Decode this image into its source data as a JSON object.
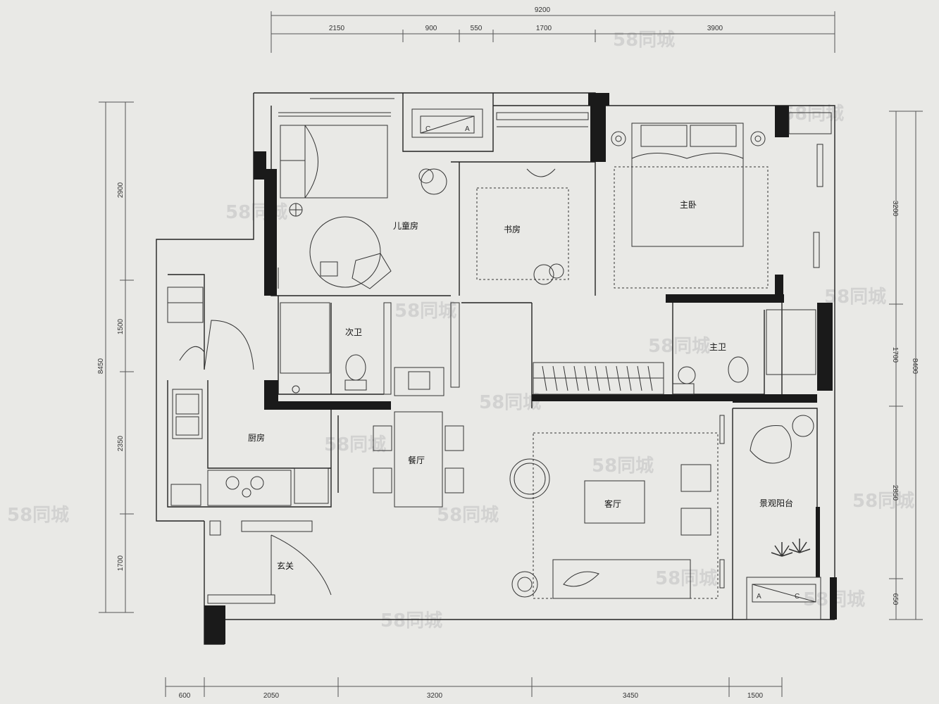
{
  "dimensions": {
    "top_total": "9200",
    "top_segments": [
      "2150",
      "900",
      "550",
      "1700",
      "3900"
    ],
    "left_total": "8450",
    "left_segments": [
      "2900",
      "1500",
      "2350",
      "1700"
    ],
    "right_total": "8400",
    "right_segments": [
      "3200",
      "1700",
      "2850",
      "650"
    ],
    "bottom_segments": [
      "600",
      "2050",
      "3200",
      "3450",
      "1500"
    ]
  },
  "rooms": {
    "kids_room": "儿童房",
    "study": "书房",
    "master_bedroom": "主卧",
    "second_bath": "次卫",
    "master_bath": "主卫",
    "kitchen": "厨房",
    "dining": "餐厅",
    "living": "客厅",
    "balcony": "景观阳台",
    "entrance": "玄关"
  },
  "ac_labels": {
    "a": "A",
    "c": "C"
  },
  "watermark": "58同城",
  "colors": {
    "wall": "#1a1a1a",
    "line": "#333333",
    "paper": "#e9e9e6"
  }
}
